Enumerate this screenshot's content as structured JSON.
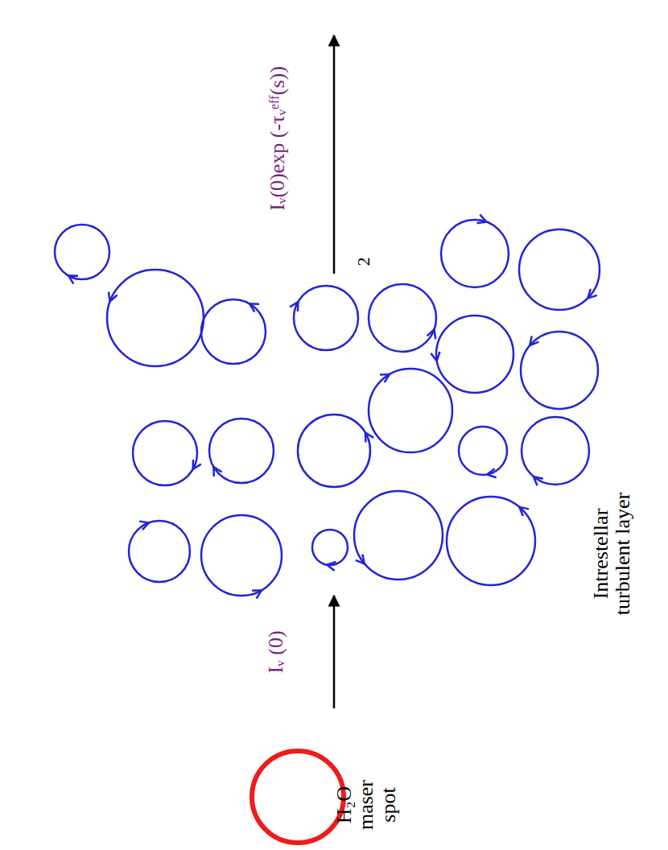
{
  "diagram": {
    "nodes": [
      {
        "text": [
          "H₂O maser spot"
        ]
      },
      {
        "text": [
          "Intrestellar turbulent layer"
        ]
      }
    ],
    "edges": [
      {
        "from": 0,
        "to": 1,
        "arrow": "to",
        "label": "Iᵥ (0)"
      }
    ],
    "labels": [
      "2",
      "Iᵥ(0)exp (-τᵥᵉᶠᶠ(s))"
    ]
  }
}
